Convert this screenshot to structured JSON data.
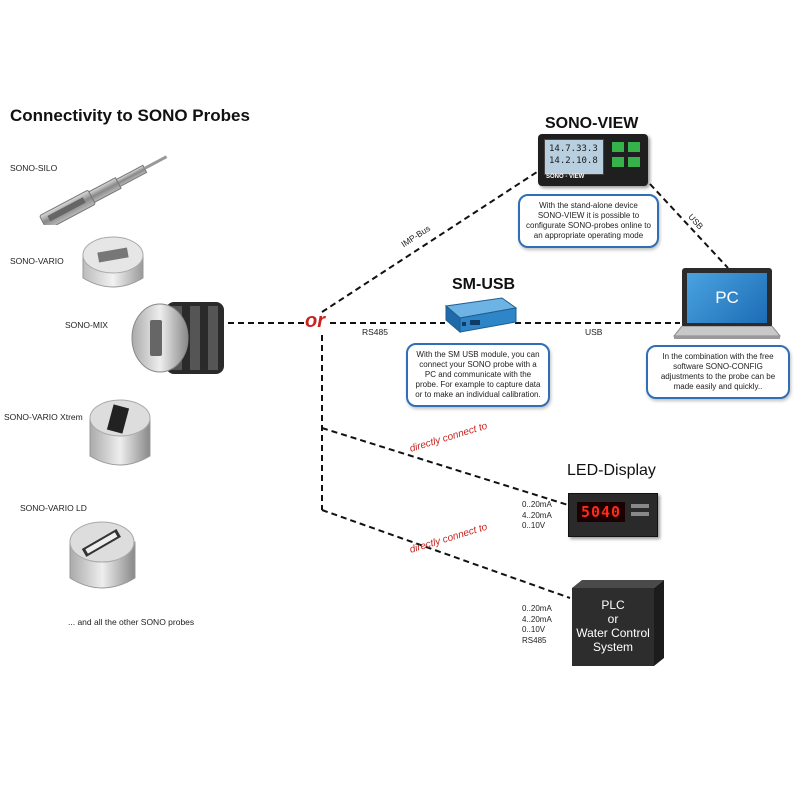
{
  "title": "Connectivity to SONO Probes",
  "probes": [
    {
      "label": "SONO-SILO"
    },
    {
      "label": "SONO-VARIO"
    },
    {
      "label": "SONO-MIX"
    },
    {
      "label": "SONO-VARIO Xtrem"
    },
    {
      "label": "SONO-VARIO LD"
    }
  ],
  "probes_footer": "... and all the other SONO probes",
  "or_label": "or",
  "connections": {
    "imp_bus": "IMP-Bus",
    "rs485": "RS485",
    "usb_sm": "USB",
    "usb_view": "USB",
    "direct_1": "directly connect to",
    "direct_2": "directly connect to"
  },
  "sono_view": {
    "title": "SONO-VIEW",
    "screen_line_1": "14.7.33.3",
    "screen_line_2": "14.2.10.8",
    "brand": "SONO - VIEW",
    "callout": "With the stand-alone device SONO-VIEW it is possible to configurate SONO-probes online to an appropriate operating mode"
  },
  "sm_usb": {
    "title": "SM-USB",
    "callout": "With the SM USB module, you can connect your SONO probe with a PC and communicate with the probe. For example to capture data or to make an individual calibration."
  },
  "pc": {
    "screen_label": "PC",
    "callout": "In the combination with the  free software SONO-CONFIG adjustments to the probe can be made easily and quickly.."
  },
  "led_display": {
    "title": "LED-Display",
    "readout": "5040",
    "signals": [
      "0..20mA",
      "4..20mA",
      "0..10V"
    ]
  },
  "plc": {
    "label_lines": [
      "PLC",
      "or",
      "Water Control",
      "System"
    ],
    "signals": [
      "0..20mA",
      "4..20mA",
      "0..10V",
      "RS485"
    ]
  },
  "colors": {
    "accent_blue": "#2f6fb5",
    "red": "#c8231e",
    "device_blue": "#2e86c9",
    "dark_box": "#2d2d2d"
  }
}
